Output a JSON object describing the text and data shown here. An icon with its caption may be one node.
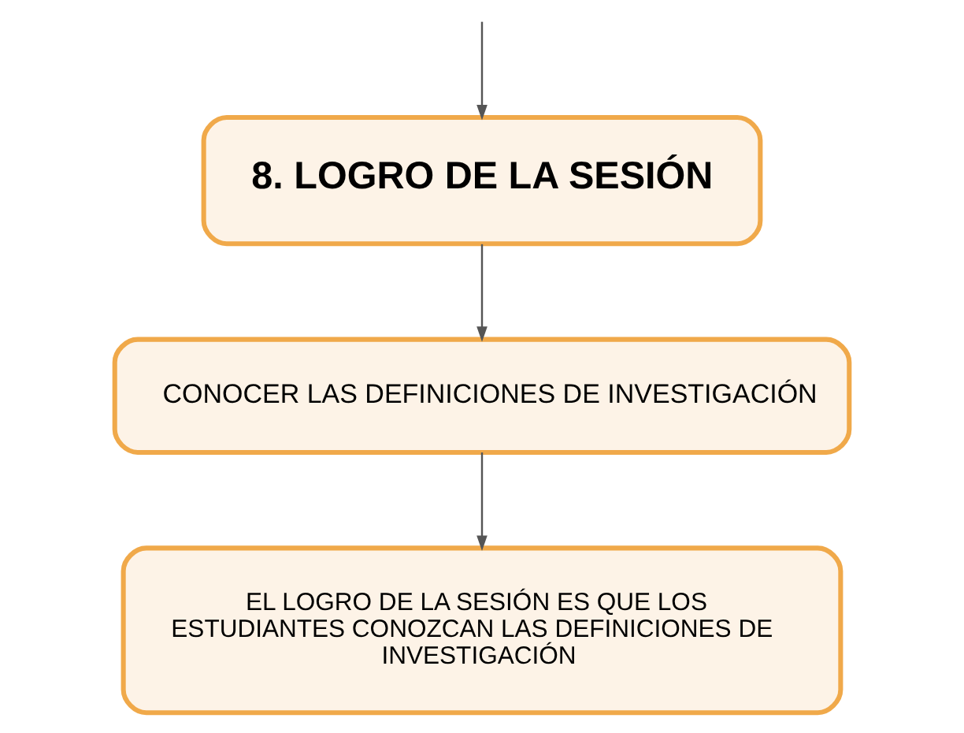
{
  "diagram": {
    "nodes": [
      {
        "text": [
          "8. LOGRO DE LA SESIÓN"
        ]
      },
      {
        "text": [
          "CONOCER LAS DEFINICIONES DE INVESTIGACIÓN"
        ]
      },
      {
        "text": [
          "EL LOGRO DE LA SESIÓN ES QUE LOS ESTUDIANTES CONOZCAN LAS DEFINICIONES DE INVESTIGACIÓN"
        ]
      }
    ],
    "edges": [
      {
        "from": null,
        "to": 0,
        "arrow": "to"
      },
      {
        "from": 0,
        "to": 1,
        "arrow": "to"
      },
      {
        "from": 1,
        "to": 2,
        "arrow": "to"
      }
    ]
  }
}
